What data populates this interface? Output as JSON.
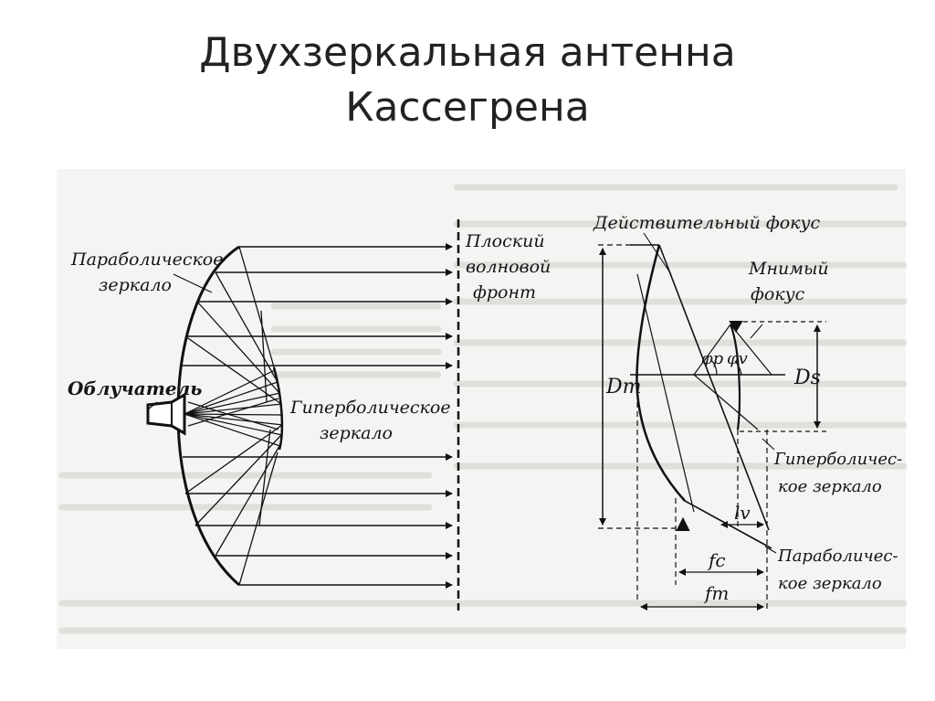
{
  "title": {
    "line1": "Двухзеркальная антенна",
    "line2": "Кассегрена"
  },
  "left_diagram": {
    "parabolic_mirror_l1": "Параболическое",
    "parabolic_mirror_l2": "зеркало",
    "plane_wave_l1": "Плоский",
    "plane_wave_l2": "волновой",
    "plane_wave_l3": "фронт",
    "feed": "Облучатель",
    "hyperbolic_mirror_l1": "Гиперболическое",
    "hyperbolic_mirror_l2": "зеркало"
  },
  "right_diagram": {
    "real_focus": "Действительный фокус",
    "virtual_focus_l1": "Мнимый",
    "virtual_focus_l2": "фокус",
    "dm": "Dm",
    "ds": "Ds",
    "phi_p": "φp",
    "phi_v": "φv",
    "hyperbolic_l1": "Гиперболичес-",
    "hyperbolic_l2": "кое зеркало",
    "lv": "lv",
    "fc": "fc",
    "fm": "fm",
    "parabolic_l1": "Параболичес-",
    "parabolic_l2": "кое зеркало"
  }
}
